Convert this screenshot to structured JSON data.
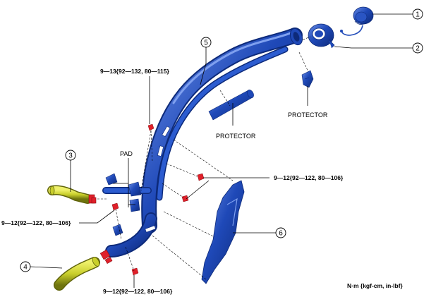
{
  "callouts": [
    "1",
    "2",
    "3",
    "4",
    "5",
    "6"
  ],
  "labels": {
    "pad": "PAD",
    "protector_upper": "PROTECTOR",
    "protector_middle": "PROTECTOR"
  },
  "torques": {
    "top": "9—13{92—132, 80—115}",
    "right": "9—12{92—122, 80—106}",
    "left": "9—12{92—122, 80—106}",
    "bottom": "9—12{92—122, 80—106}"
  },
  "units": "N·m {kgf-cm, in-lbf}",
  "colors": {
    "pipe": "#1f49b8",
    "pipe_dark": "#0d2a7a",
    "pipe_light": "#5c82e0",
    "hose": "#c9cf2c",
    "hose_dark": "#7d8212",
    "bolt": "#e0202a"
  }
}
